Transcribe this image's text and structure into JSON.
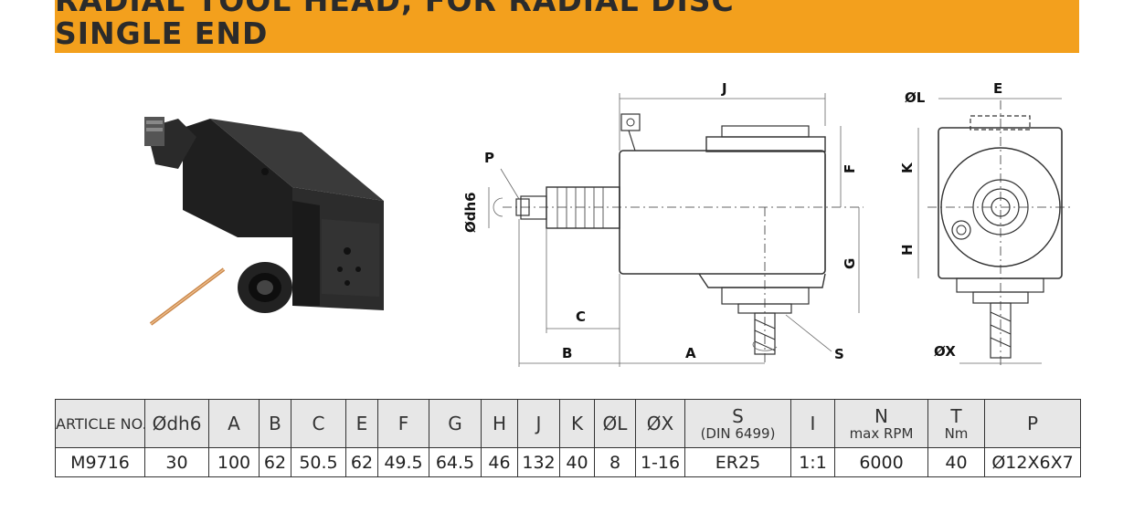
{
  "banner": {
    "line1": "RADIAL TOOL HEAD, FOR RADIAL DISC",
    "line2": "SINGLE END"
  },
  "drawing_labels": {
    "J": "J",
    "P": "P",
    "odh6": "Ødh6",
    "F": "F",
    "G": "G",
    "C": "C",
    "B": "B",
    "A": "A",
    "S": "S",
    "oL": "ØL",
    "E": "E",
    "K": "K",
    "H": "H",
    "oX": "ØX"
  },
  "table": {
    "headers": [
      {
        "main": "ARTICLE NO.",
        "sub": ""
      },
      {
        "main": "Ødh6",
        "sub": ""
      },
      {
        "main": "A",
        "sub": ""
      },
      {
        "main": "B",
        "sub": ""
      },
      {
        "main": "C",
        "sub": ""
      },
      {
        "main": "E",
        "sub": ""
      },
      {
        "main": "F",
        "sub": ""
      },
      {
        "main": "G",
        "sub": ""
      },
      {
        "main": "H",
        "sub": ""
      },
      {
        "main": "J",
        "sub": ""
      },
      {
        "main": "K",
        "sub": ""
      },
      {
        "main": "ØL",
        "sub": ""
      },
      {
        "main": "ØX",
        "sub": ""
      },
      {
        "main": "S",
        "sub": "(DIN 6499)"
      },
      {
        "main": "I",
        "sub": ""
      },
      {
        "main": "N",
        "sub": "max RPM"
      },
      {
        "main": "T",
        "sub": "Nm"
      },
      {
        "main": "P",
        "sub": ""
      }
    ],
    "row": [
      "M9716",
      "30",
      "100",
      "62",
      "50.5",
      "62",
      "49.5",
      "64.5",
      "46",
      "132",
      "40",
      "8",
      "1-16",
      "ER25",
      "1:1",
      "6000",
      "40",
      "Ø12X6X7"
    ]
  }
}
